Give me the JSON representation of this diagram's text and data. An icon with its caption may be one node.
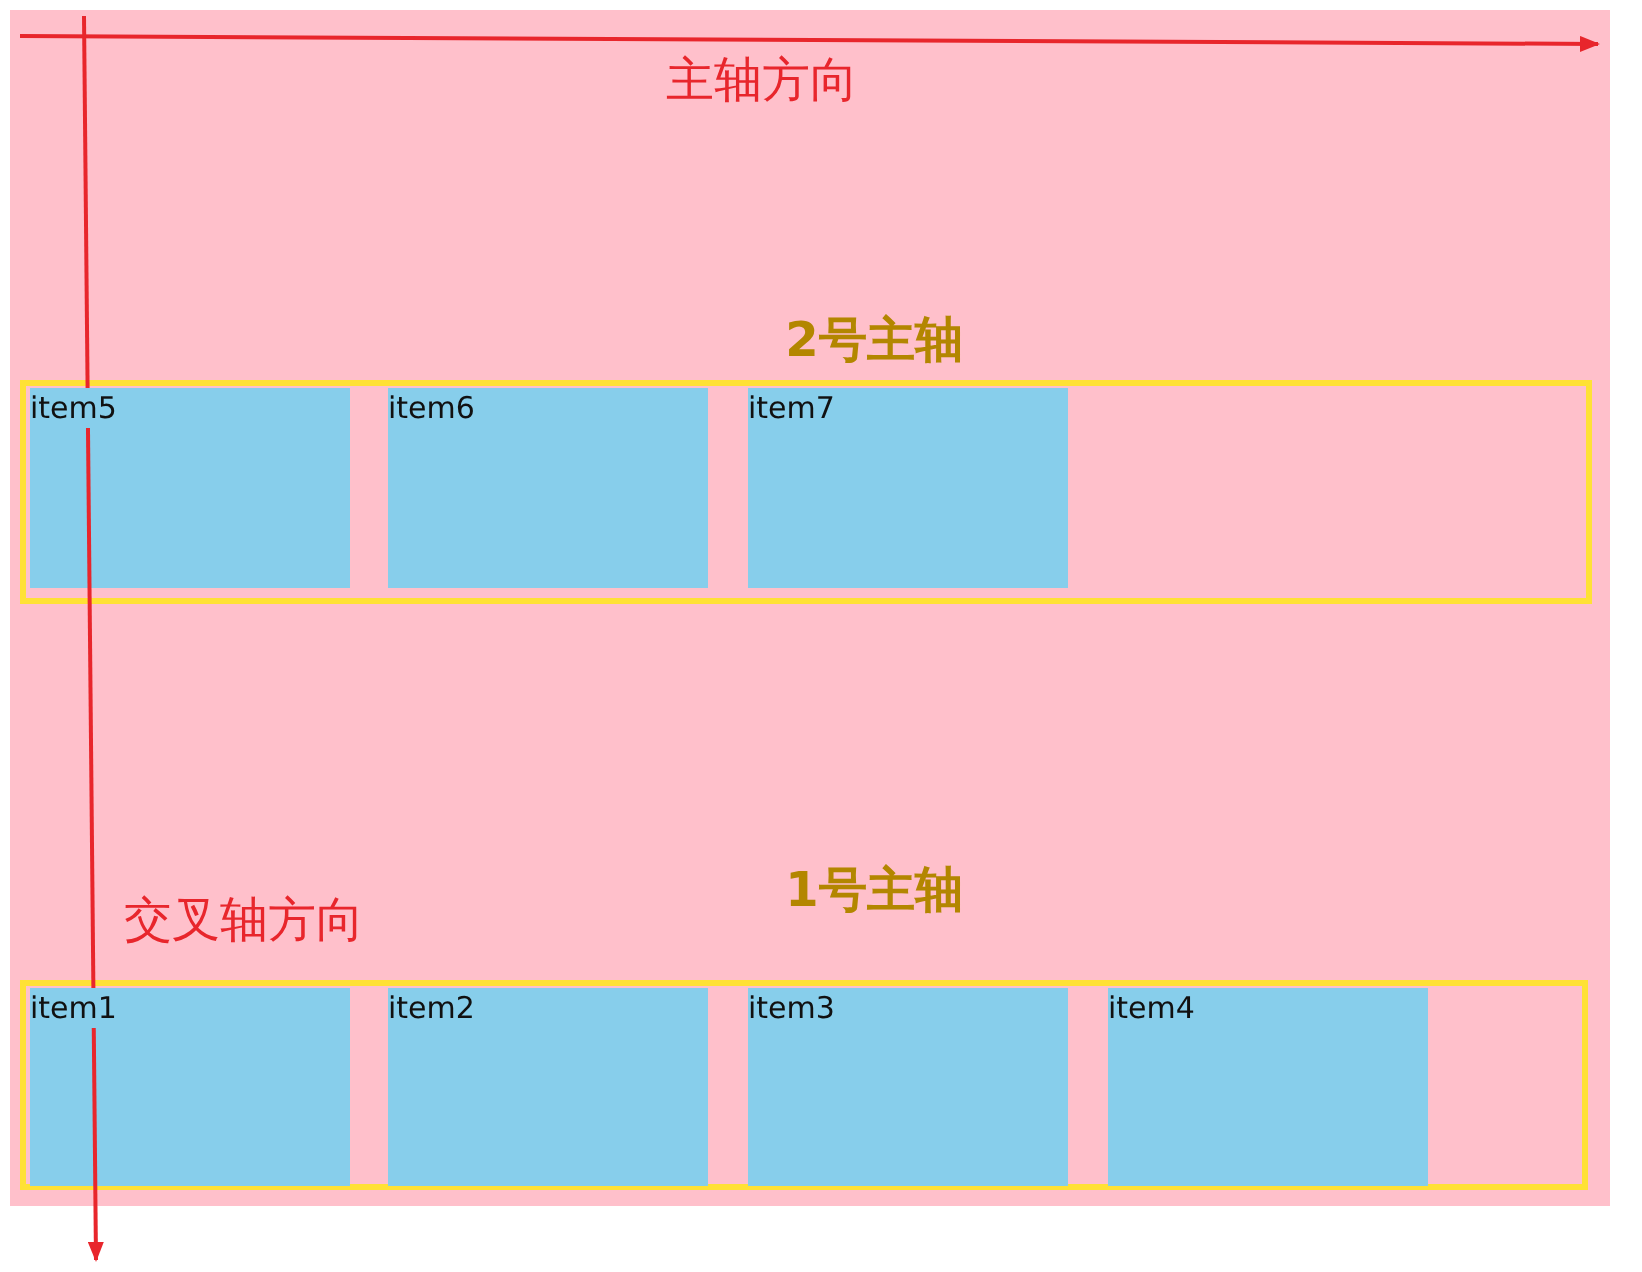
{
  "diagram": {
    "nodes": [
      {
        "text": [
          "2号主轴"
        ]
      },
      {
        "text": [
          "item5"
        ],
        "in": 0
      },
      {
        "text": [
          "item6"
        ],
        "in": 0
      },
      {
        "text": [
          "item7"
        ],
        "in": 0
      },
      {
        "text": [
          "1号主轴"
        ]
      },
      {
        "text": [
          "item1"
        ],
        "in": 4
      },
      {
        "text": [
          "item2"
        ],
        "in": 4
      },
      {
        "text": [
          "item3"
        ],
        "in": 4
      },
      {
        "text": [
          "item4"
        ],
        "in": 4
      }
    ],
    "labels": [
      "主轴方向",
      "交叉轴方向"
    ]
  }
}
